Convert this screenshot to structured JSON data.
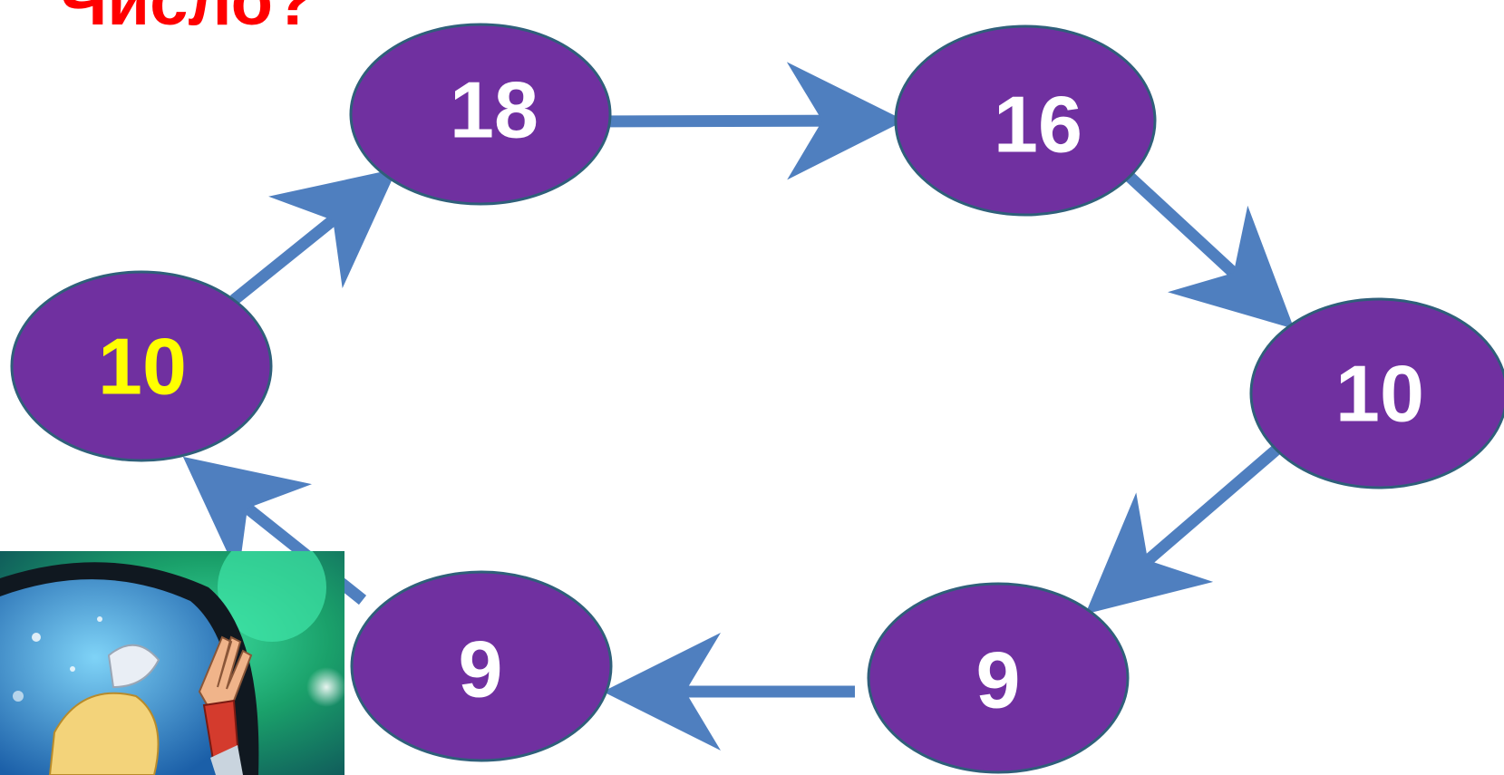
{
  "title": "Число?",
  "colors": {
    "title": "#ff0000",
    "node_fill": "#7030a0",
    "node_stroke": "#2f5f7a",
    "node_text": "#ffffff",
    "highlight_text": "#ffff00",
    "arrow": "#4f7fbf"
  },
  "nodes": [
    {
      "id": "top-left",
      "label": "18"
    },
    {
      "id": "top-right",
      "label": "16"
    },
    {
      "id": "right",
      "label": "10"
    },
    {
      "id": "bottom-right",
      "label": "9"
    },
    {
      "id": "bottom-left",
      "label": "9"
    },
    {
      "id": "left",
      "label": "10",
      "highlight": true
    }
  ],
  "edges": [
    {
      "from": "left",
      "to": "top-left"
    },
    {
      "from": "top-left",
      "to": "top-right"
    },
    {
      "from": "top-right",
      "to": "right"
    },
    {
      "from": "right",
      "to": "bottom-right"
    },
    {
      "from": "bottom-right",
      "to": "bottom-left"
    },
    {
      "from": "bottom-left",
      "to": "left"
    }
  ],
  "illustration": "cartoon-astronaut-image"
}
